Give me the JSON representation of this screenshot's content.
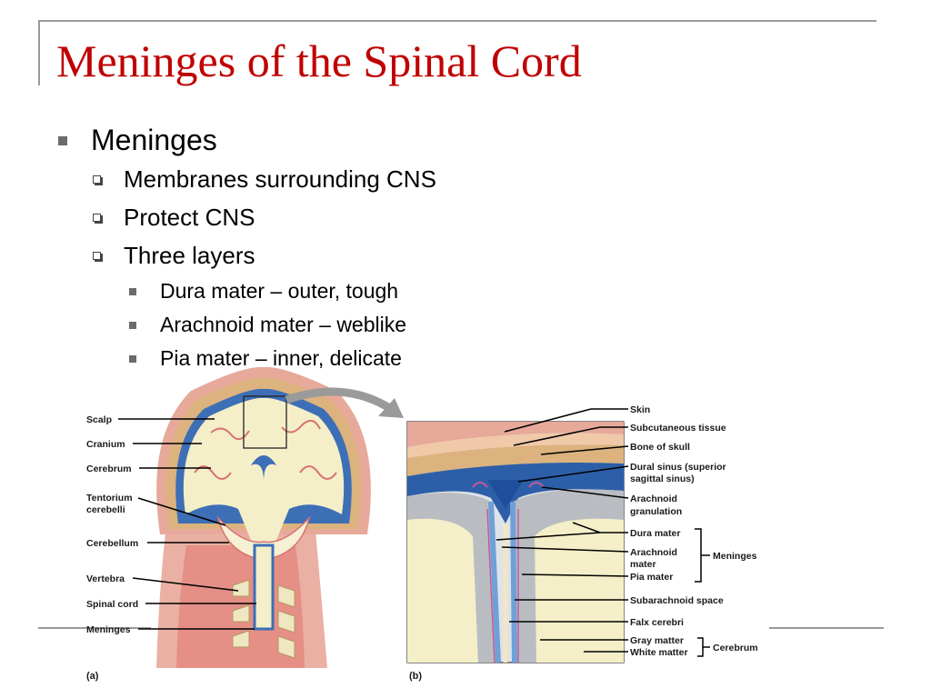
{
  "slide": {
    "title": "Meninges of the Spinal Cord",
    "bullets": [
      {
        "level": 1,
        "text": "Meninges"
      },
      {
        "level": 2,
        "text": "Membranes surrounding CNS"
      },
      {
        "level": 2,
        "text": "Protect CNS"
      },
      {
        "level": 2,
        "text": "Three layers"
      },
      {
        "level": 3,
        "text": "Dura mater – outer, tough"
      },
      {
        "level": 3,
        "text": "Arachnoid mater – weblike"
      },
      {
        "level": 3,
        "text": "Pia mater – inner, delicate"
      }
    ]
  },
  "colors": {
    "title": "#c00000",
    "frame": "#9a9a9a",
    "bullet_marker": "#6b6b6b",
    "dura_blue": "#3d6fb6",
    "skin_pink": "#e7a99a",
    "bone_tan": "#dcb27e",
    "brain_cream": "#f4efc8",
    "gray_matter": "#b9bdc2"
  },
  "figure_a": {
    "panel_label": "(a)",
    "labels": {
      "scalp": "Scalp",
      "cranium": "Cranium",
      "cerebrum": "Cerebrum",
      "tentorium_1": "Tentorium",
      "tentorium_2": "cerebelli",
      "cerebellum": "Cerebellum",
      "vertebra": "Vertebra",
      "spinal_cord": "Spinal cord",
      "meninges": "Meninges"
    }
  },
  "figure_b": {
    "panel_label": "(b)",
    "labels": {
      "skin": "Skin",
      "subcutaneous": "Subcutaneous tissue",
      "bone": "Bone of skull",
      "dural_sinus_1": "Dural sinus (superior",
      "dural_sinus_2": "sagittal sinus)",
      "arachnoid_gran_1": "Arachnoid",
      "arachnoid_gran_2": "granulation",
      "dura": "Dura mater",
      "arachnoid_1": "Arachnoid",
      "arachnoid_2": "mater",
      "pia": "Pia mater",
      "meninges_group": "Meninges",
      "subarachnoid": "Subarachnoid space",
      "falx": "Falx cerebri",
      "gray": "Gray matter",
      "white": "White matter",
      "cerebrum_group": "Cerebrum"
    }
  }
}
